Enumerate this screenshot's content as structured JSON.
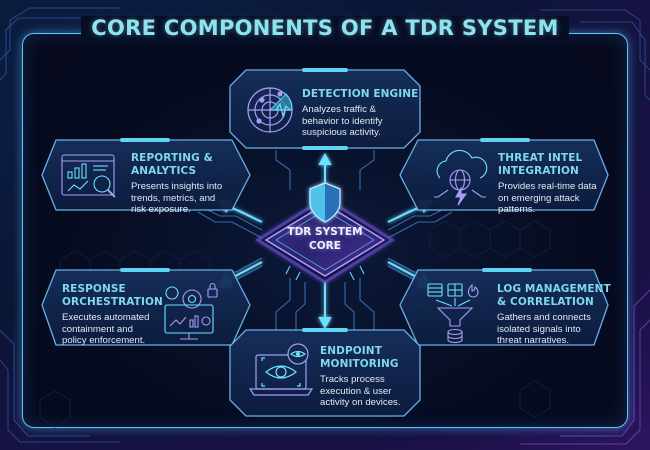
{
  "title": "CORE COMPONENTS OF A TDR SYSTEM",
  "core": {
    "line1": "TDR SYSTEM",
    "line2": "CORE",
    "icon": "shield-icon"
  },
  "components": [
    {
      "id": "detection-engine",
      "heading_lines": [
        "DETECTION ENGINE"
      ],
      "description_lines": [
        "Analyzes traffic &",
        "behavior to identify",
        "suspicious activity."
      ],
      "icon": "radar-icon",
      "position": "top"
    },
    {
      "id": "reporting-analytics",
      "heading_lines": [
        "REPORTING &",
        "ANALYTICS"
      ],
      "description_lines": [
        "Presents insights into",
        "trends, metrics, and",
        "risk exposure."
      ],
      "icon": "analytics-dashboard-icon",
      "position": "top-left"
    },
    {
      "id": "threat-intel",
      "heading_lines": [
        "THREAT INTEL",
        "INTEGRATION"
      ],
      "description_lines": [
        "Provides real-time data",
        "on emerging attack",
        "patterns."
      ],
      "icon": "cloud-globe-icon",
      "position": "top-right"
    },
    {
      "id": "response-orchestration",
      "heading_lines": [
        "RESPONSE",
        "ORCHESTRATION"
      ],
      "description_lines": [
        "Executes automated",
        "containment and",
        "policy enforcement."
      ],
      "icon": "automation-gear-monitor-icon",
      "position": "bottom-left"
    },
    {
      "id": "log-management",
      "heading_lines": [
        "LOG MANAGEMENT",
        "& CORRELATION"
      ],
      "description_lines": [
        "Gathers and connects",
        "isolated signals into",
        "threat narratives."
      ],
      "icon": "log-funnel-database-icon",
      "position": "bottom-right"
    },
    {
      "id": "endpoint-monitoring",
      "heading_lines": [
        "ENDPOINT",
        "MONITORING"
      ],
      "description_lines": [
        "Tracks process",
        "execution & user",
        "activity on devices."
      ],
      "icon": "laptop-eye-icon",
      "position": "bottom"
    }
  ],
  "colors": {
    "heading": "#7fd8ec",
    "body_text": "#e4e9f2",
    "panel_border": "#6fb8f0",
    "panel_fill": "#12284f",
    "accent_cyan": "#5fd4f5",
    "accent_purple": "#9b6cf0",
    "frame_border": "#5fc6f3"
  }
}
